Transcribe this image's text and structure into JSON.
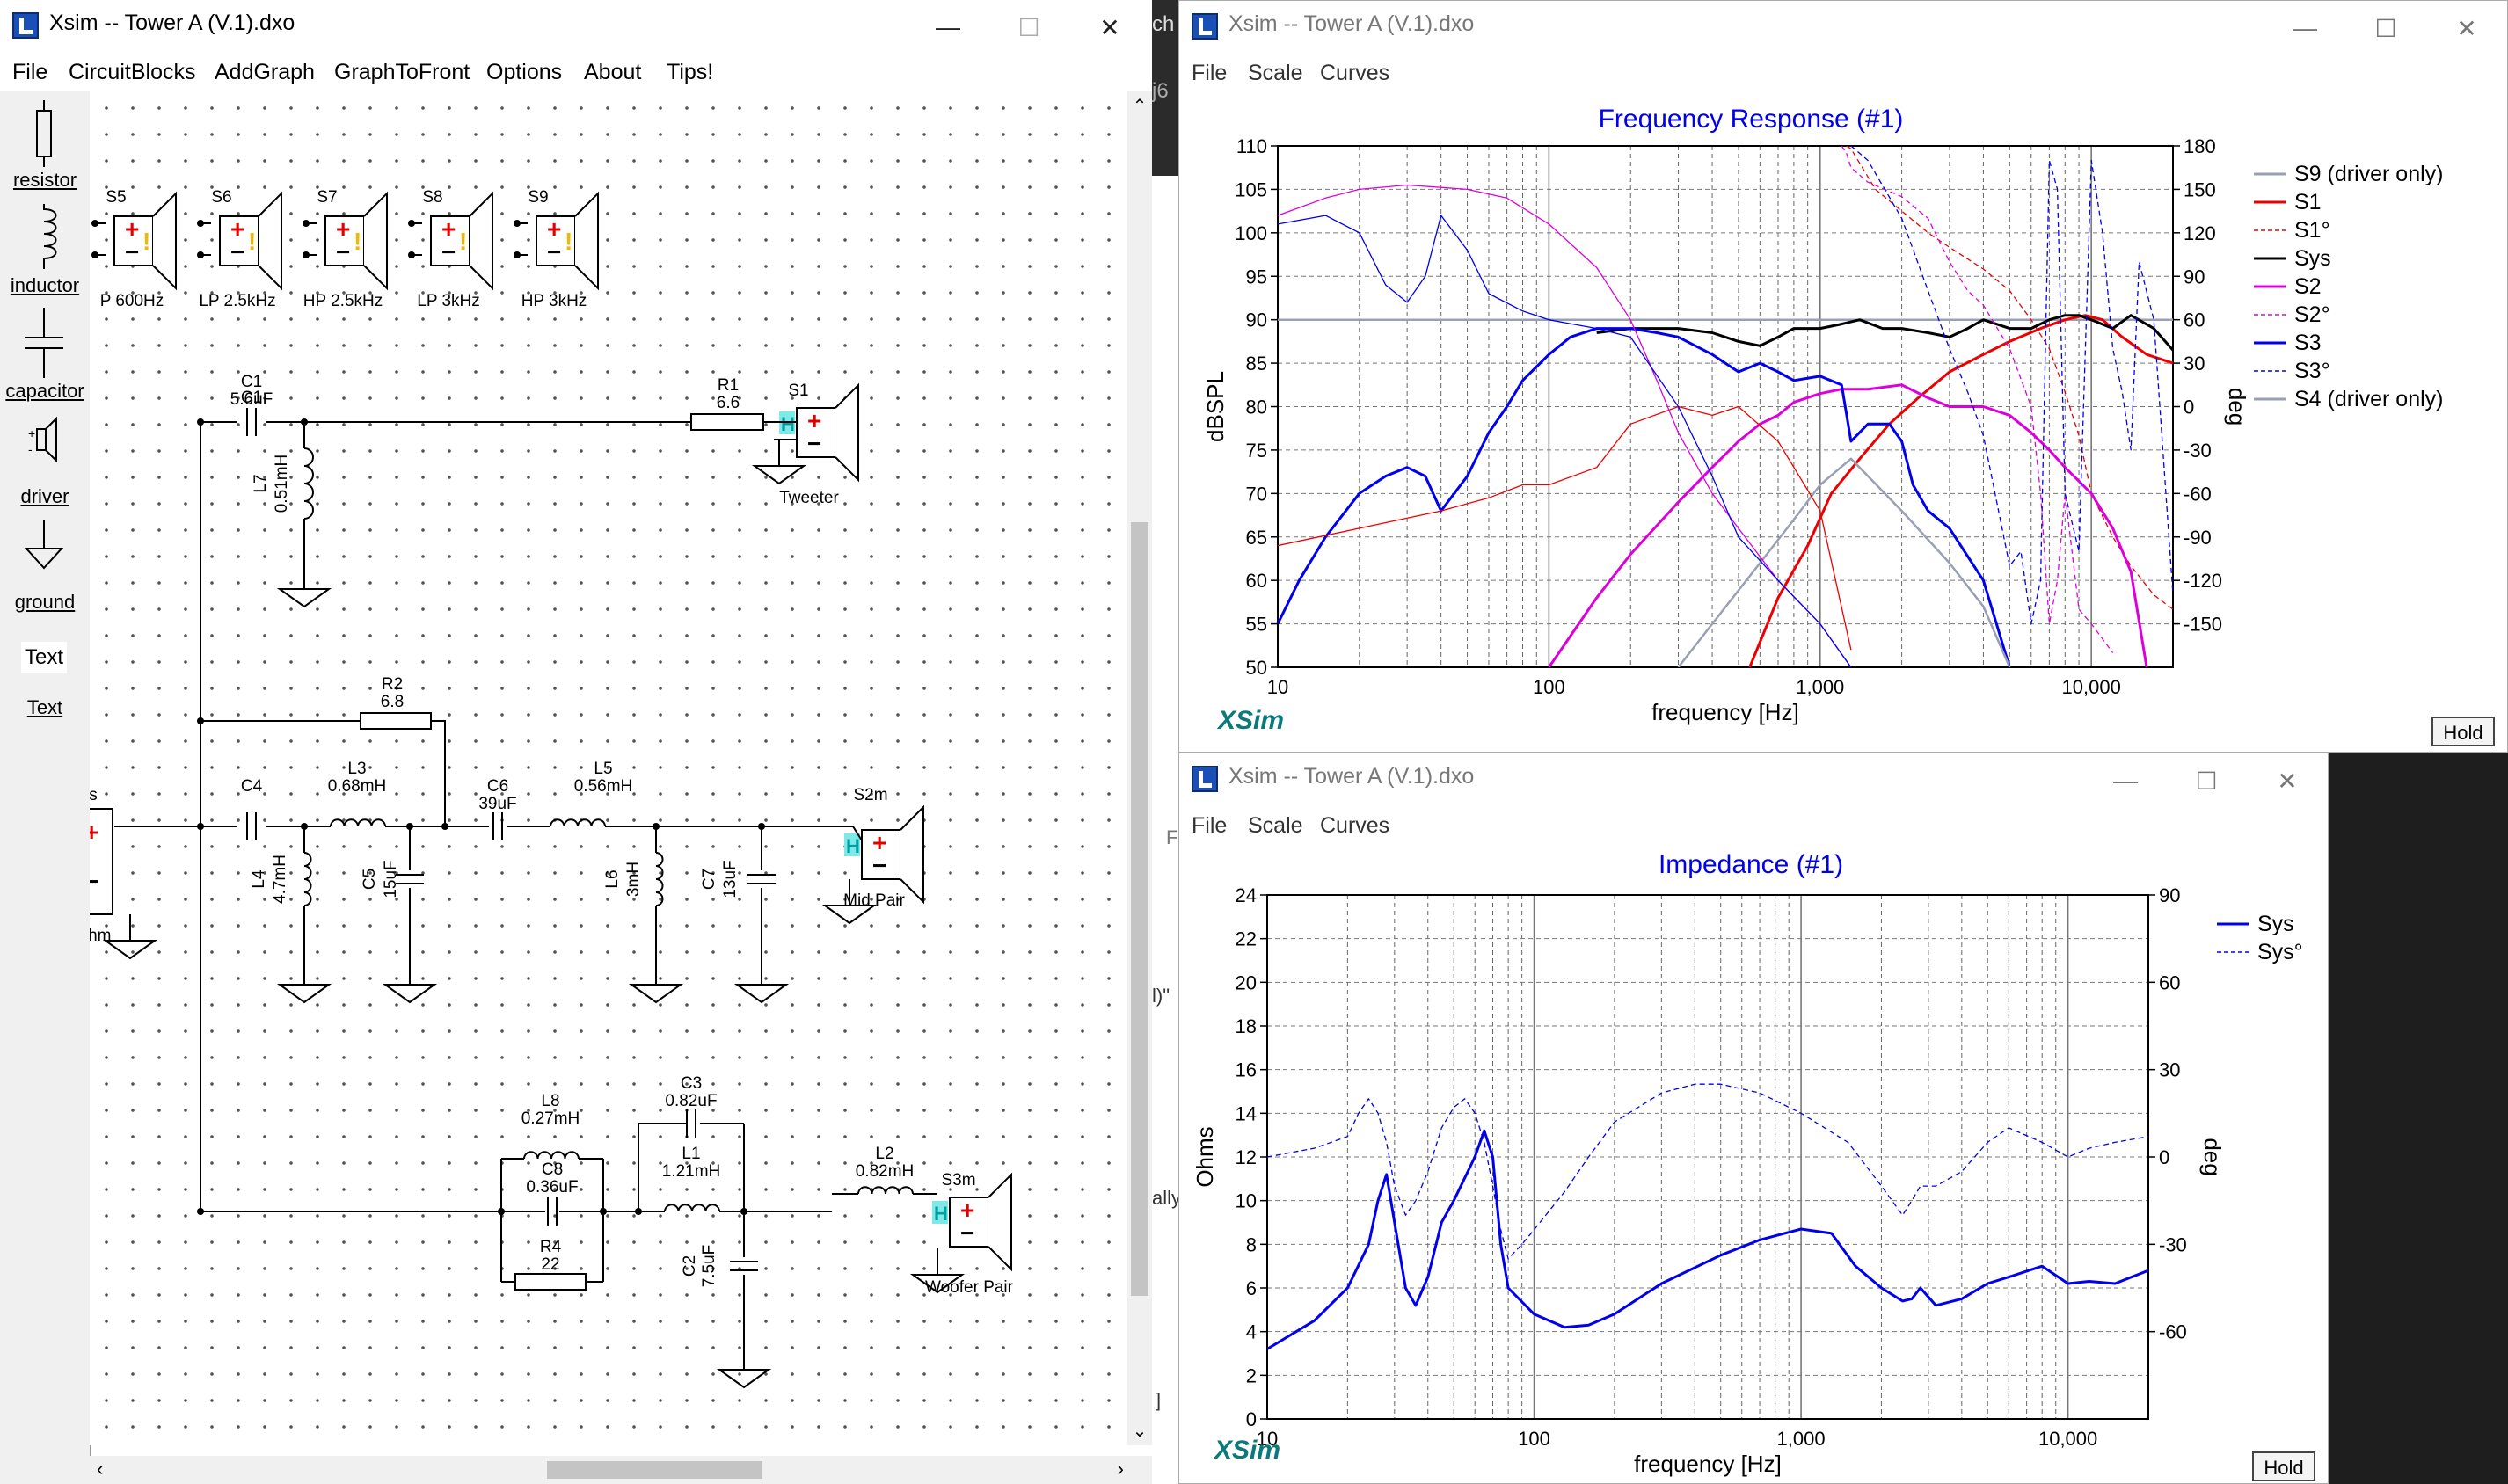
{
  "schematic_window": {
    "title": "Xsim -- Tower A (V.1).dxo",
    "menu": [
      "File",
      "CircuitBlocks",
      "AddGraph",
      "GraphToFront",
      "Options",
      "About",
      "Tips!"
    ],
    "toolbox": [
      {
        "label": "resistor",
        "icon": "resistor-icon"
      },
      {
        "label": "inductor",
        "icon": "inductor-icon"
      },
      {
        "label": "capacitor",
        "icon": "capacitor-icon"
      },
      {
        "label": "driver",
        "icon": "driver-icon"
      },
      {
        "label": "ground",
        "icon": "ground-icon"
      },
      {
        "label": "Text",
        "icon": "text-icon"
      }
    ],
    "toolbox_text_glyph": "Text",
    "blocks": [
      {
        "name": "S5",
        "caption": "P 600Hz"
      },
      {
        "name": "S6",
        "caption": "LP 2.5kHz"
      },
      {
        "name": "S7",
        "caption": "HP 2.5kHz"
      },
      {
        "name": "S8",
        "caption": "LP 3kHz"
      },
      {
        "name": "S9",
        "caption": "HP 3kHz"
      }
    ],
    "components": {
      "C1": {
        "name": "C1",
        "value": "5.6uF"
      },
      "L7": {
        "name": "L7",
        "value": "0.51mH"
      },
      "R1": {
        "name": "R1",
        "value": "6.6"
      },
      "S1": {
        "name": "S1",
        "caption": "Tweeter"
      },
      "R2": {
        "name": "R2",
        "value": "6.8"
      },
      "C4": {
        "name": "C4",
        "value": ""
      },
      "L3": {
        "name": "L3",
        "value": "0.68mH"
      },
      "L4": {
        "name": "L4",
        "value": "4.7mH"
      },
      "C5": {
        "name": "C5",
        "value": "15uF"
      },
      "C6": {
        "name": "C6",
        "value": "39uF"
      },
      "L5": {
        "name": "L5",
        "value": "0.56mH"
      },
      "L6": {
        "name": "L6",
        "value": "3mH"
      },
      "C7": {
        "name": "C7",
        "value": "13uF"
      },
      "S2m": {
        "name": "S2m",
        "caption": "Mid Pair"
      },
      "L8": {
        "name": "L8",
        "value": "0.27mH"
      },
      "C8": {
        "name": "C8",
        "value": "0.36uF"
      },
      "R4": {
        "name": "R4",
        "value": "22"
      },
      "C3": {
        "name": "C3",
        "value": "0.82uF"
      },
      "L1": {
        "name": "L1",
        "value": "1.21mH"
      },
      "C2": {
        "name": "C2",
        "value": "7.5uF"
      },
      "L2": {
        "name": "L2",
        "value": "0.82mH"
      },
      "S3m": {
        "name": "S3m",
        "caption": "Woofer Pair"
      },
      "src_label": "s",
      "src_caption": "ohm"
    },
    "driver_glyphs": {
      "plus": "+",
      "minus": "−",
      "warn": "!",
      "h": "H"
    }
  },
  "fr_window": {
    "title": "Xsim -- Tower A (V.1).dxo",
    "menu": [
      "File",
      "Scale",
      "Curves"
    ],
    "graph_title": "Frequency Response (#1)",
    "hold_label": "Hold",
    "logo": "XSim"
  },
  "imp_window": {
    "title": "Xsim -- Tower A (V.1).dxo",
    "menu": [
      "File",
      "Scale",
      "Curves"
    ],
    "graph_title": "Impedance (#1)",
    "hold_label": "Hold",
    "logo": "XSim"
  },
  "titlebar_glyphs": {
    "minimize": "—",
    "maximize": "☐",
    "close": "✕"
  },
  "background_fragments": [
    "ch",
    "j6",
    "F",
    "l)\"",
    "ally",
    "]"
  ],
  "chart_data": [
    {
      "type": "line",
      "title": "Frequency Response (#1)",
      "xlabel": "frequency [Hz]",
      "ylabel": "dBSPL",
      "y2label": "deg",
      "xscale": "log",
      "xlim": [
        10,
        20000
      ],
      "ylim": [
        50,
        110
      ],
      "y2lim": [
        -180,
        180
      ],
      "x_ticks": [
        10,
        100,
        1000,
        10000
      ],
      "x_tick_labels": [
        "10",
        "100",
        "1,000",
        "10,000"
      ],
      "y_ticks": [
        50,
        55,
        60,
        65,
        70,
        75,
        80,
        85,
        90,
        95,
        100,
        105,
        110
      ],
      "y2_ticks": [
        -150,
        -120,
        -90,
        -60,
        -30,
        0,
        30,
        60,
        90,
        120,
        150,
        180
      ],
      "grid": true,
      "legend_position": "right",
      "series": [
        {
          "name": "S9 (driver only)",
          "color": "#9aa0b4",
          "style": "solid",
          "width": 2.5,
          "axis": "left",
          "x": [
            10,
            100,
            200,
            400,
            500,
            700,
            1000,
            1300,
            2000,
            3000,
            5000,
            7000,
            10000,
            20000
          ],
          "y": [
            90,
            90,
            90,
            90,
            90,
            90,
            90,
            90,
            90,
            90,
            90,
            90,
            90,
            90
          ]
        },
        {
          "name": "S1",
          "color": "#ee0000",
          "style": "solid",
          "width": 3,
          "axis": "left",
          "x": [
            550,
            700,
            900,
            1100,
            1400,
            1800,
            2300,
            3000,
            4000,
            5000,
            6500,
            8000,
            9500,
            11000,
            13000,
            16000,
            20000
          ],
          "y": [
            50,
            58,
            64,
            70,
            74,
            78,
            81,
            84,
            86,
            87.5,
            89,
            90,
            90.5,
            90,
            88,
            86,
            85
          ]
        },
        {
          "name": "S1°",
          "color": "#ee0000",
          "style": "dashed",
          "width": 1.3,
          "axis": "right",
          "x": [
            1250,
            1300,
            1600,
            2000,
            2500,
            3000,
            4000,
            5000,
            6000,
            7000,
            8000,
            9000,
            10000,
            12000,
            14000,
            17000,
            20000
          ],
          "y": [
            180,
            178,
            150,
            135,
            120,
            110,
            95,
            80,
            60,
            40,
            10,
            -20,
            -60,
            -90,
            -110,
            -130,
            -140
          ]
        },
        {
          "name": "Sys",
          "color": "#000000",
          "style": "solid",
          "width": 3,
          "axis": "left",
          "x": [
            150,
            200,
            300,
            400,
            500,
            600,
            700,
            800,
            1000,
            1200,
            1400,
            1700,
            2000,
            2500,
            3000,
            3500,
            4000,
            5000,
            6000,
            7000,
            8000,
            9000,
            10000,
            12000,
            14000,
            17000,
            20000
          ],
          "y": [
            88.5,
            89,
            89,
            88.5,
            87.5,
            87,
            88,
            89,
            89,
            89.5,
            90,
            89,
            89,
            88.5,
            88,
            89,
            90,
            89,
            89,
            90,
            90.5,
            90.5,
            90,
            89,
            90.5,
            89,
            86.5
          ]
        },
        {
          "name": "S2",
          "color": "#dd00dd",
          "style": "solid",
          "width": 3,
          "axis": "left",
          "x": [
            100,
            150,
            200,
            300,
            400,
            500,
            600,
            700,
            800,
            1000,
            1200,
            1500,
            2000,
            2500,
            3000,
            4000,
            5000,
            6000,
            7000,
            8000,
            10000,
            12000,
            14000,
            16000
          ],
          "y": [
            50,
            58,
            63,
            69,
            73,
            76,
            78,
            79,
            80.5,
            81.5,
            82,
            82,
            82.5,
            81,
            80,
            80,
            79,
            77,
            75,
            73,
            70,
            66,
            61,
            50
          ]
        },
        {
          "name": "S2°",
          "color": "#dd00dd",
          "style": "dashed",
          "width": 1.3,
          "axis": "right",
          "x": [
            1200,
            1250,
            1300,
            1500,
            2000,
            2500,
            3000,
            3500,
            4000,
            5000,
            6000,
            6500,
            7000,
            7500,
            8000,
            9000,
            10000,
            12000
          ],
          "y": [
            180,
            175,
            165,
            155,
            145,
            130,
            100,
            80,
            70,
            40,
            0,
            -60,
            -150,
            -120,
            -60,
            -140,
            -150,
            -170
          ]
        },
        {
          "name": "S3",
          "color": "#0000ee",
          "style": "solid",
          "width": 3,
          "axis": "left",
          "x": [
            10,
            12,
            15,
            20,
            25,
            30,
            35,
            40,
            50,
            60,
            70,
            80,
            100,
            120,
            150,
            200,
            250,
            300,
            400,
            500,
            600,
            700,
            800,
            1000,
            1200,
            1300,
            1500,
            1800,
            2000,
            2200,
            2500,
            3000,
            4000,
            5000
          ],
          "y": [
            55,
            60,
            65,
            70,
            72,
            73,
            72,
            68,
            72,
            77,
            80,
            83,
            86,
            88,
            89,
            89,
            88.5,
            88,
            86,
            84,
            85,
            84,
            83,
            83.5,
            82.5,
            76,
            78,
            78,
            76,
            71,
            68,
            66,
            60,
            50
          ]
        },
        {
          "name": "S3°",
          "color": "#0000ee",
          "style": "dashed",
          "width": 1.3,
          "axis": "right",
          "x": [
            1300,
            1500,
            2000,
            2500,
            3000,
            3500,
            4000,
            5000,
            5500,
            6000,
            6500,
            7000,
            7500,
            8000,
            9000,
            10000,
            11000,
            12000,
            13000,
            14000,
            15000,
            17000,
            20000
          ],
          "y": [
            180,
            170,
            130,
            80,
            40,
            10,
            -20,
            -110,
            -100,
            -150,
            -120,
            170,
            150,
            -60,
            -100,
            170,
            120,
            40,
            10,
            -30,
            100,
            60,
            -130
          ]
        },
        {
          "name": "S4 (driver only)",
          "color": "#9aa0b4",
          "style": "solid",
          "width": 2.5,
          "axis": "left",
          "x": [
            300,
            400,
            600,
            800,
            1000,
            1300,
            2000,
            3000,
            4000,
            5000
          ],
          "y": [
            50,
            55,
            62,
            67,
            71,
            74,
            68,
            62,
            57,
            50
          ]
        },
        {
          "name": "",
          "color": "#ee0000",
          "style": "solid",
          "width": 1.3,
          "axis": "left",
          "x": [
            10,
            20,
            40,
            60,
            80,
            100,
            150,
            200,
            300,
            400,
            500,
            700,
            1000,
            1300
          ],
          "y": [
            64,
            66,
            68,
            69.5,
            71,
            71,
            73,
            78,
            80,
            79,
            80,
            76,
            68,
            52
          ]
        },
        {
          "name": "",
          "color": "#dd00dd",
          "style": "solid",
          "width": 1.3,
          "axis": "left",
          "x": [
            10,
            15,
            20,
            30,
            50,
            70,
            100,
            150,
            200,
            250,
            300,
            400,
            500,
            700,
            1000,
            1300
          ],
          "y": [
            102,
            104,
            105,
            105.5,
            105,
            104,
            101,
            96,
            90,
            83,
            77,
            70,
            66,
            60,
            55,
            50
          ]
        },
        {
          "name": "",
          "color": "#0000ee",
          "style": "solid",
          "width": 1.3,
          "axis": "left",
          "x": [
            10,
            15,
            20,
            25,
            30,
            35,
            40,
            50,
            60,
            80,
            100,
            150,
            200,
            300,
            400,
            500,
            700,
            1000,
            1300
          ],
          "y": [
            101,
            102,
            100,
            94,
            92,
            95,
            102,
            98,
            93,
            91,
            90,
            89,
            88,
            80,
            72,
            65,
            60,
            55,
            50
          ]
        }
      ]
    },
    {
      "type": "line",
      "title": "Impedance (#1)",
      "xlabel": "frequency [Hz]",
      "ylabel": "Ohms",
      "y2label": "deg",
      "xscale": "log",
      "xlim": [
        10,
        20000
      ],
      "ylim": [
        0,
        24
      ],
      "y2lim": [
        -90,
        90
      ],
      "x_ticks": [
        10,
        100,
        1000,
        10000
      ],
      "x_tick_labels": [
        "10",
        "100",
        "1,000",
        "10,000"
      ],
      "y_ticks": [
        0,
        2,
        4,
        6,
        8,
        10,
        12,
        14,
        16,
        18,
        20,
        22,
        24
      ],
      "y2_ticks": [
        -60,
        -30,
        0,
        30,
        60,
        90
      ],
      "grid": true,
      "legend_position": "top-right",
      "series": [
        {
          "name": "Sys",
          "color": "#0000ee",
          "style": "solid",
          "width": 3,
          "axis": "left",
          "x": [
            10,
            15,
            20,
            24,
            26,
            28,
            30,
            33,
            36,
            40,
            45,
            50,
            60,
            65,
            70,
            75,
            80,
            100,
            130,
            160,
            200,
            300,
            500,
            700,
            1000,
            1300,
            1600,
            2000,
            2400,
            2600,
            2800,
            3200,
            4000,
            5000,
            6000,
            8000,
            10000,
            12000,
            15000,
            20000
          ],
          "y": [
            3.2,
            4.5,
            6,
            8,
            10,
            11.2,
            9,
            6,
            5.2,
            6.5,
            9,
            10,
            12,
            13.2,
            12,
            8,
            6,
            4.8,
            4.2,
            4.3,
            4.8,
            6.2,
            7.5,
            8.2,
            8.7,
            8.5,
            7,
            6,
            5.4,
            5.5,
            6,
            5.2,
            5.5,
            6.2,
            6.5,
            7,
            6.2,
            6.3,
            6.2,
            6.8
          ]
        },
        {
          "name": "Sys°",
          "color": "#0000ee",
          "style": "dashed",
          "width": 1.3,
          "axis": "right",
          "x": [
            10,
            15,
            20,
            22,
            24,
            26,
            28,
            30,
            33,
            36,
            40,
            45,
            50,
            55,
            60,
            65,
            70,
            75,
            80,
            90,
            100,
            130,
            160,
            200,
            300,
            400,
            500,
            700,
            1000,
            1500,
            2000,
            2400,
            2600,
            2800,
            3200,
            4000,
            5000,
            6000,
            8000,
            10000,
            12000,
            15000,
            20000
          ],
          "y": [
            0,
            3,
            7,
            15,
            20,
            15,
            5,
            -10,
            -20,
            -15,
            -5,
            10,
            17,
            20,
            15,
            5,
            -10,
            -25,
            -35,
            -30,
            -25,
            -12,
            0,
            12,
            22,
            25,
            25,
            22,
            15,
            5,
            -10,
            -20,
            -15,
            -10,
            -10,
            -5,
            5,
            10,
            5,
            0,
            3,
            5,
            7
          ]
        }
      ]
    }
  ]
}
